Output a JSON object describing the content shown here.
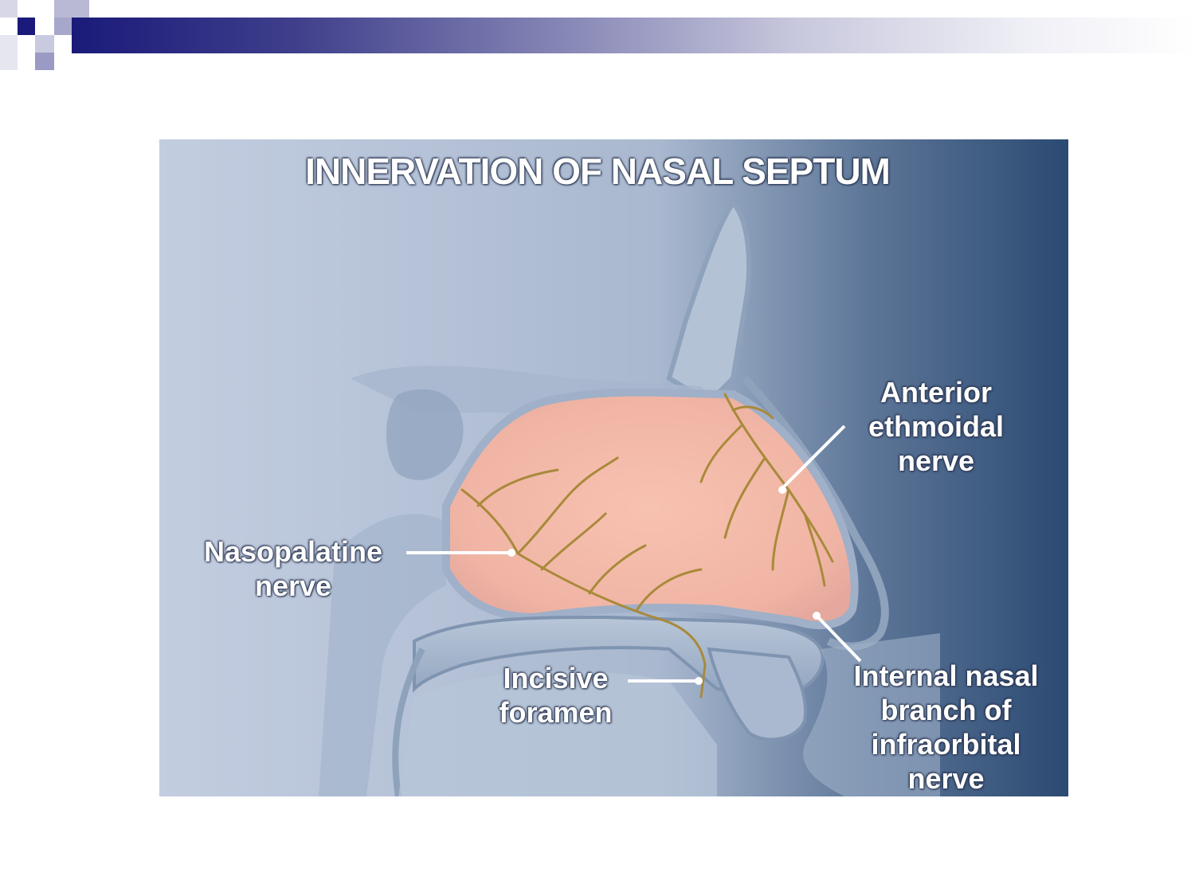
{
  "header": {
    "accent": "#1a1a7a"
  },
  "figure": {
    "title": "INNERVATION OF NASAL SEPTUM",
    "labels": {
      "anterior_ethmoidal": [
        "Anterior",
        "ethmoidal",
        "nerve"
      ],
      "nasopalatine": [
        "Nasopalatine",
        "nerve"
      ],
      "incisive_foramen": [
        "Incisive",
        "foramen"
      ],
      "internal_nasal_branch": [
        "Internal nasal",
        "branch of",
        "infraorbital",
        "nerve"
      ]
    },
    "colors": {
      "background_light": "#c4cfe0",
      "background_dark": "#2b4a72",
      "septum": "#f2b8a8",
      "nerve": "#a88a3a"
    }
  }
}
